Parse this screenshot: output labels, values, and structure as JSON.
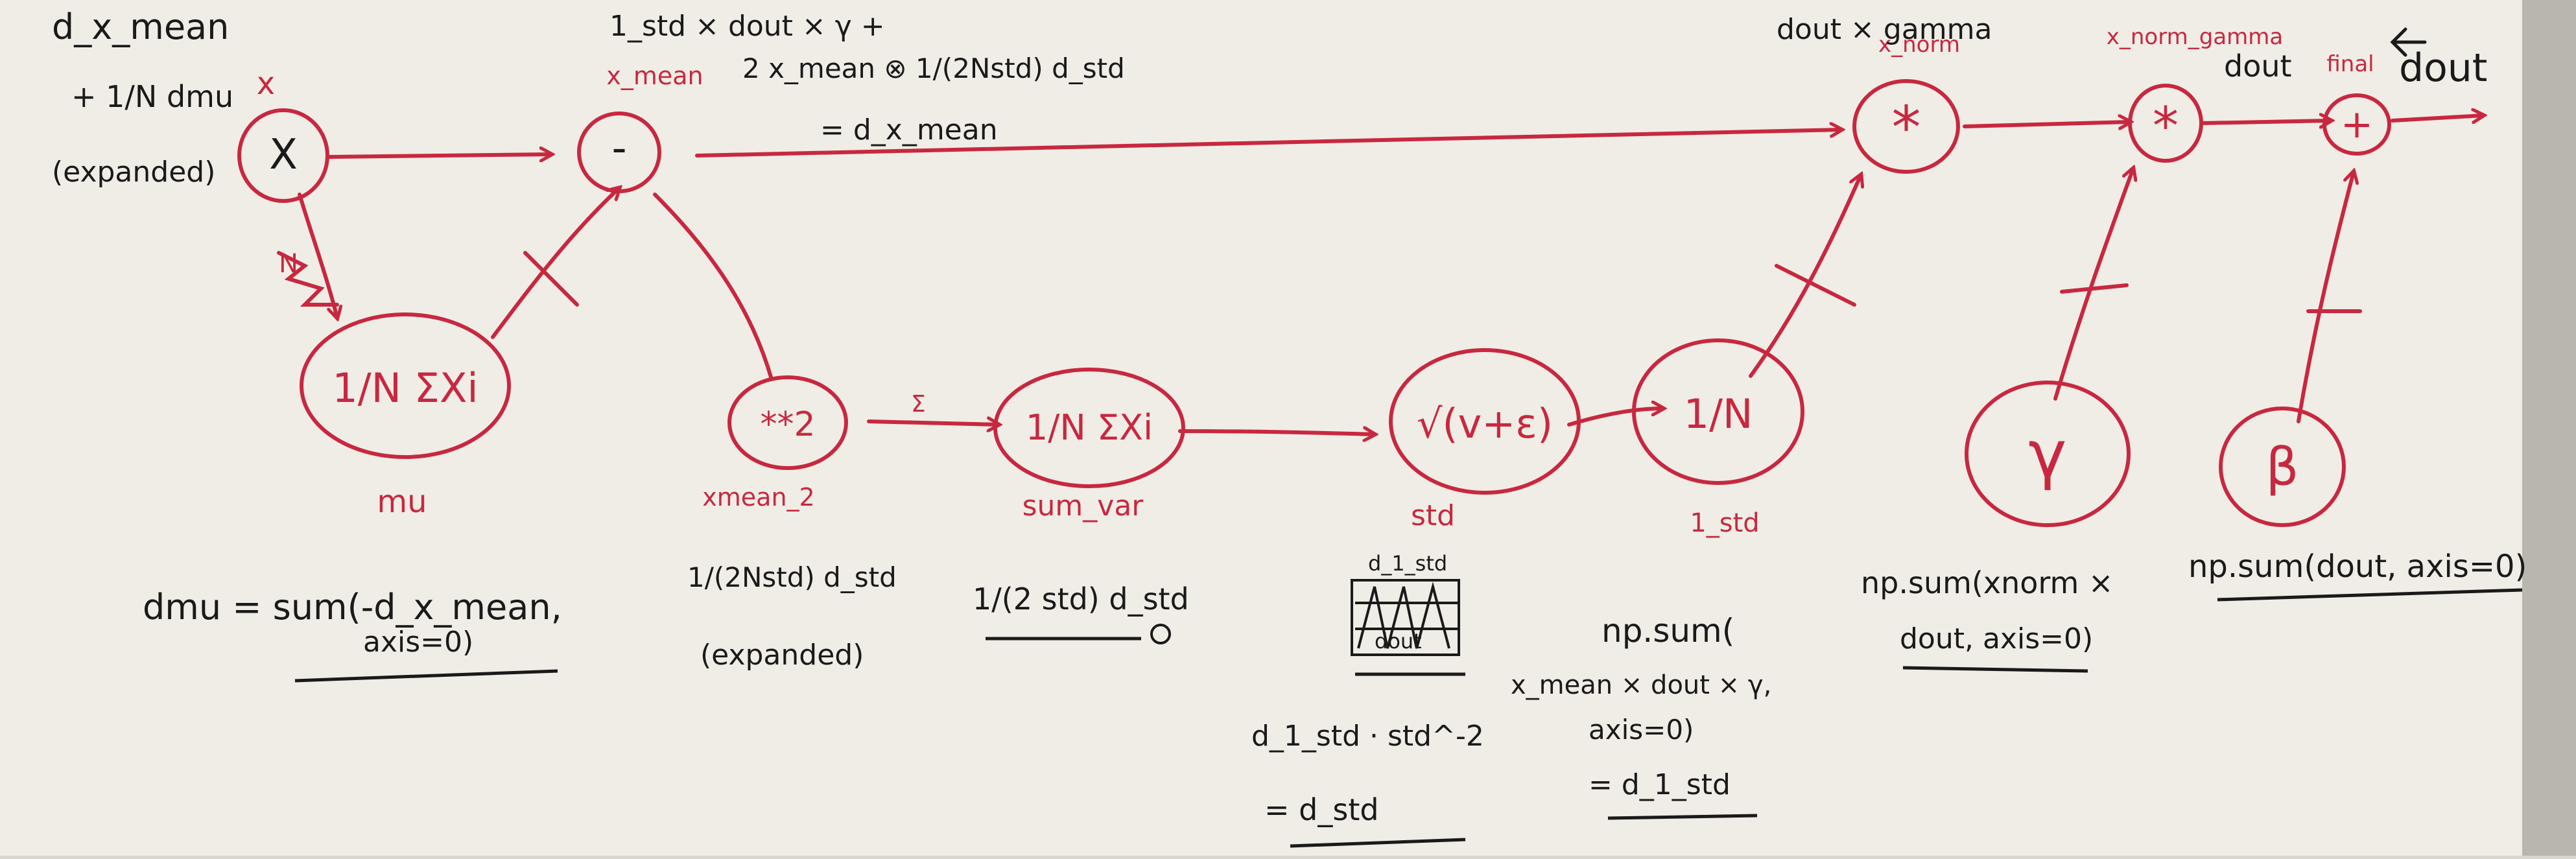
{
  "diagram": {
    "colors": {
      "paper": "#efede6",
      "paper_shadow": "#b9b6ad",
      "red_ink": "#c8283f",
      "black_ink": "#1a1a1a"
    },
    "nodes": {
      "x": {
        "symbol": "X",
        "over_label": "x"
      },
      "subtract": {
        "symbol": "-",
        "over_label": "x_mean"
      },
      "mean": {
        "symbol": "1/N ΣXi",
        "label": "mu"
      },
      "square": {
        "symbol": "**2",
        "label": "xmean_2"
      },
      "sum_var": {
        "symbol": "1/N ΣXi",
        "label": "sum_var"
      },
      "sqrt": {
        "symbol": "√(v+ε)",
        "label": "std"
      },
      "reciprocal": {
        "symbol": "1/N",
        "label": "1_std"
      },
      "mult_norm": {
        "symbol": "*",
        "over_label": "x_norm"
      },
      "mult_gamma": {
        "symbol": "*",
        "over_label": "x_norm_gamma"
      },
      "add_beta": {
        "symbol": "+",
        "over_label": "final"
      },
      "gamma": {
        "symbol": "γ"
      },
      "beta": {
        "symbol": "β"
      }
    },
    "annotations": {
      "d_x_mean_left": [
        "d_x_mean",
        "+ 1/N dmu",
        "(expanded)"
      ],
      "x_mean_top": [
        "1_std × dout × γ +",
        "2 x_mean ⊗ 1/(2Nstd) d_std",
        "= d_x_mean"
      ],
      "dout_gamma": "dout × gamma",
      "dout_top": "dout",
      "final_dout": "dout",
      "dmu": [
        "dmu = sum(-d_x_mean,",
        "axis=0)"
      ],
      "xmean2_grad": [
        "1/(2Nstd) d_std",
        "(expanded)"
      ],
      "sumvar_grad": "1/(2 std) d_std",
      "std_grad": [
        "d_1_std",
        "dout"
      ],
      "std_chain": [
        "d_1_std · std^-2",
        "= d_std"
      ],
      "np_sum_std": [
        "np.sum(",
        "x_mean × dout × γ,",
        "axis=0)",
        "= d_1_std"
      ],
      "np_sum_gamma": [
        "np.sum(xnorm ×",
        "dout, axis=0)"
      ],
      "np_sum_beta": "np.sum(dout, axis=0)",
      "mu_arrow_mark": "N",
      "sumvar_arrow_mark": "Σ"
    }
  }
}
